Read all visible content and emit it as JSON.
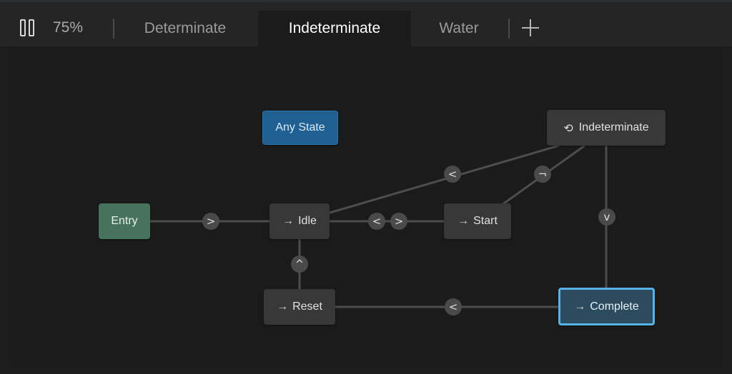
{
  "toolbar": {
    "zoom": "75%",
    "tabs": [
      {
        "label": "Determinate",
        "active": false
      },
      {
        "label": "Indeterminate",
        "active": true
      },
      {
        "label": "Water",
        "active": false
      }
    ]
  },
  "graph": {
    "nodes": {
      "any_state": "Any State",
      "indeterminate": "Indeterminate",
      "entry": "Entry",
      "idle": "Idle",
      "start": "Start",
      "reset": "Reset",
      "complete": "Complete"
    },
    "transition_glyphs": {
      "left": "<",
      "right": ">",
      "up": "^",
      "down": "v",
      "diagonal": "¬"
    }
  },
  "colors": {
    "accent": "#57b3e6",
    "entry": "#47735e",
    "any_state": "#1f5f92",
    "node": "#383838"
  }
}
